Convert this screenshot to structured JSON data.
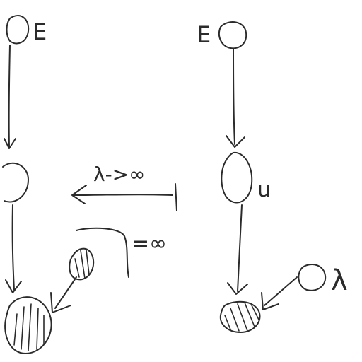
{
  "diagram": {
    "left": {
      "top_node_label": "E",
      "arrow_label": "λ->∞",
      "observed_label": "=∞"
    },
    "right": {
      "top_node_label": "E",
      "middle_node_label": "u",
      "observed_label": "λ"
    },
    "ink_color": "#2b2b2b",
    "background": "#ffffff"
  }
}
